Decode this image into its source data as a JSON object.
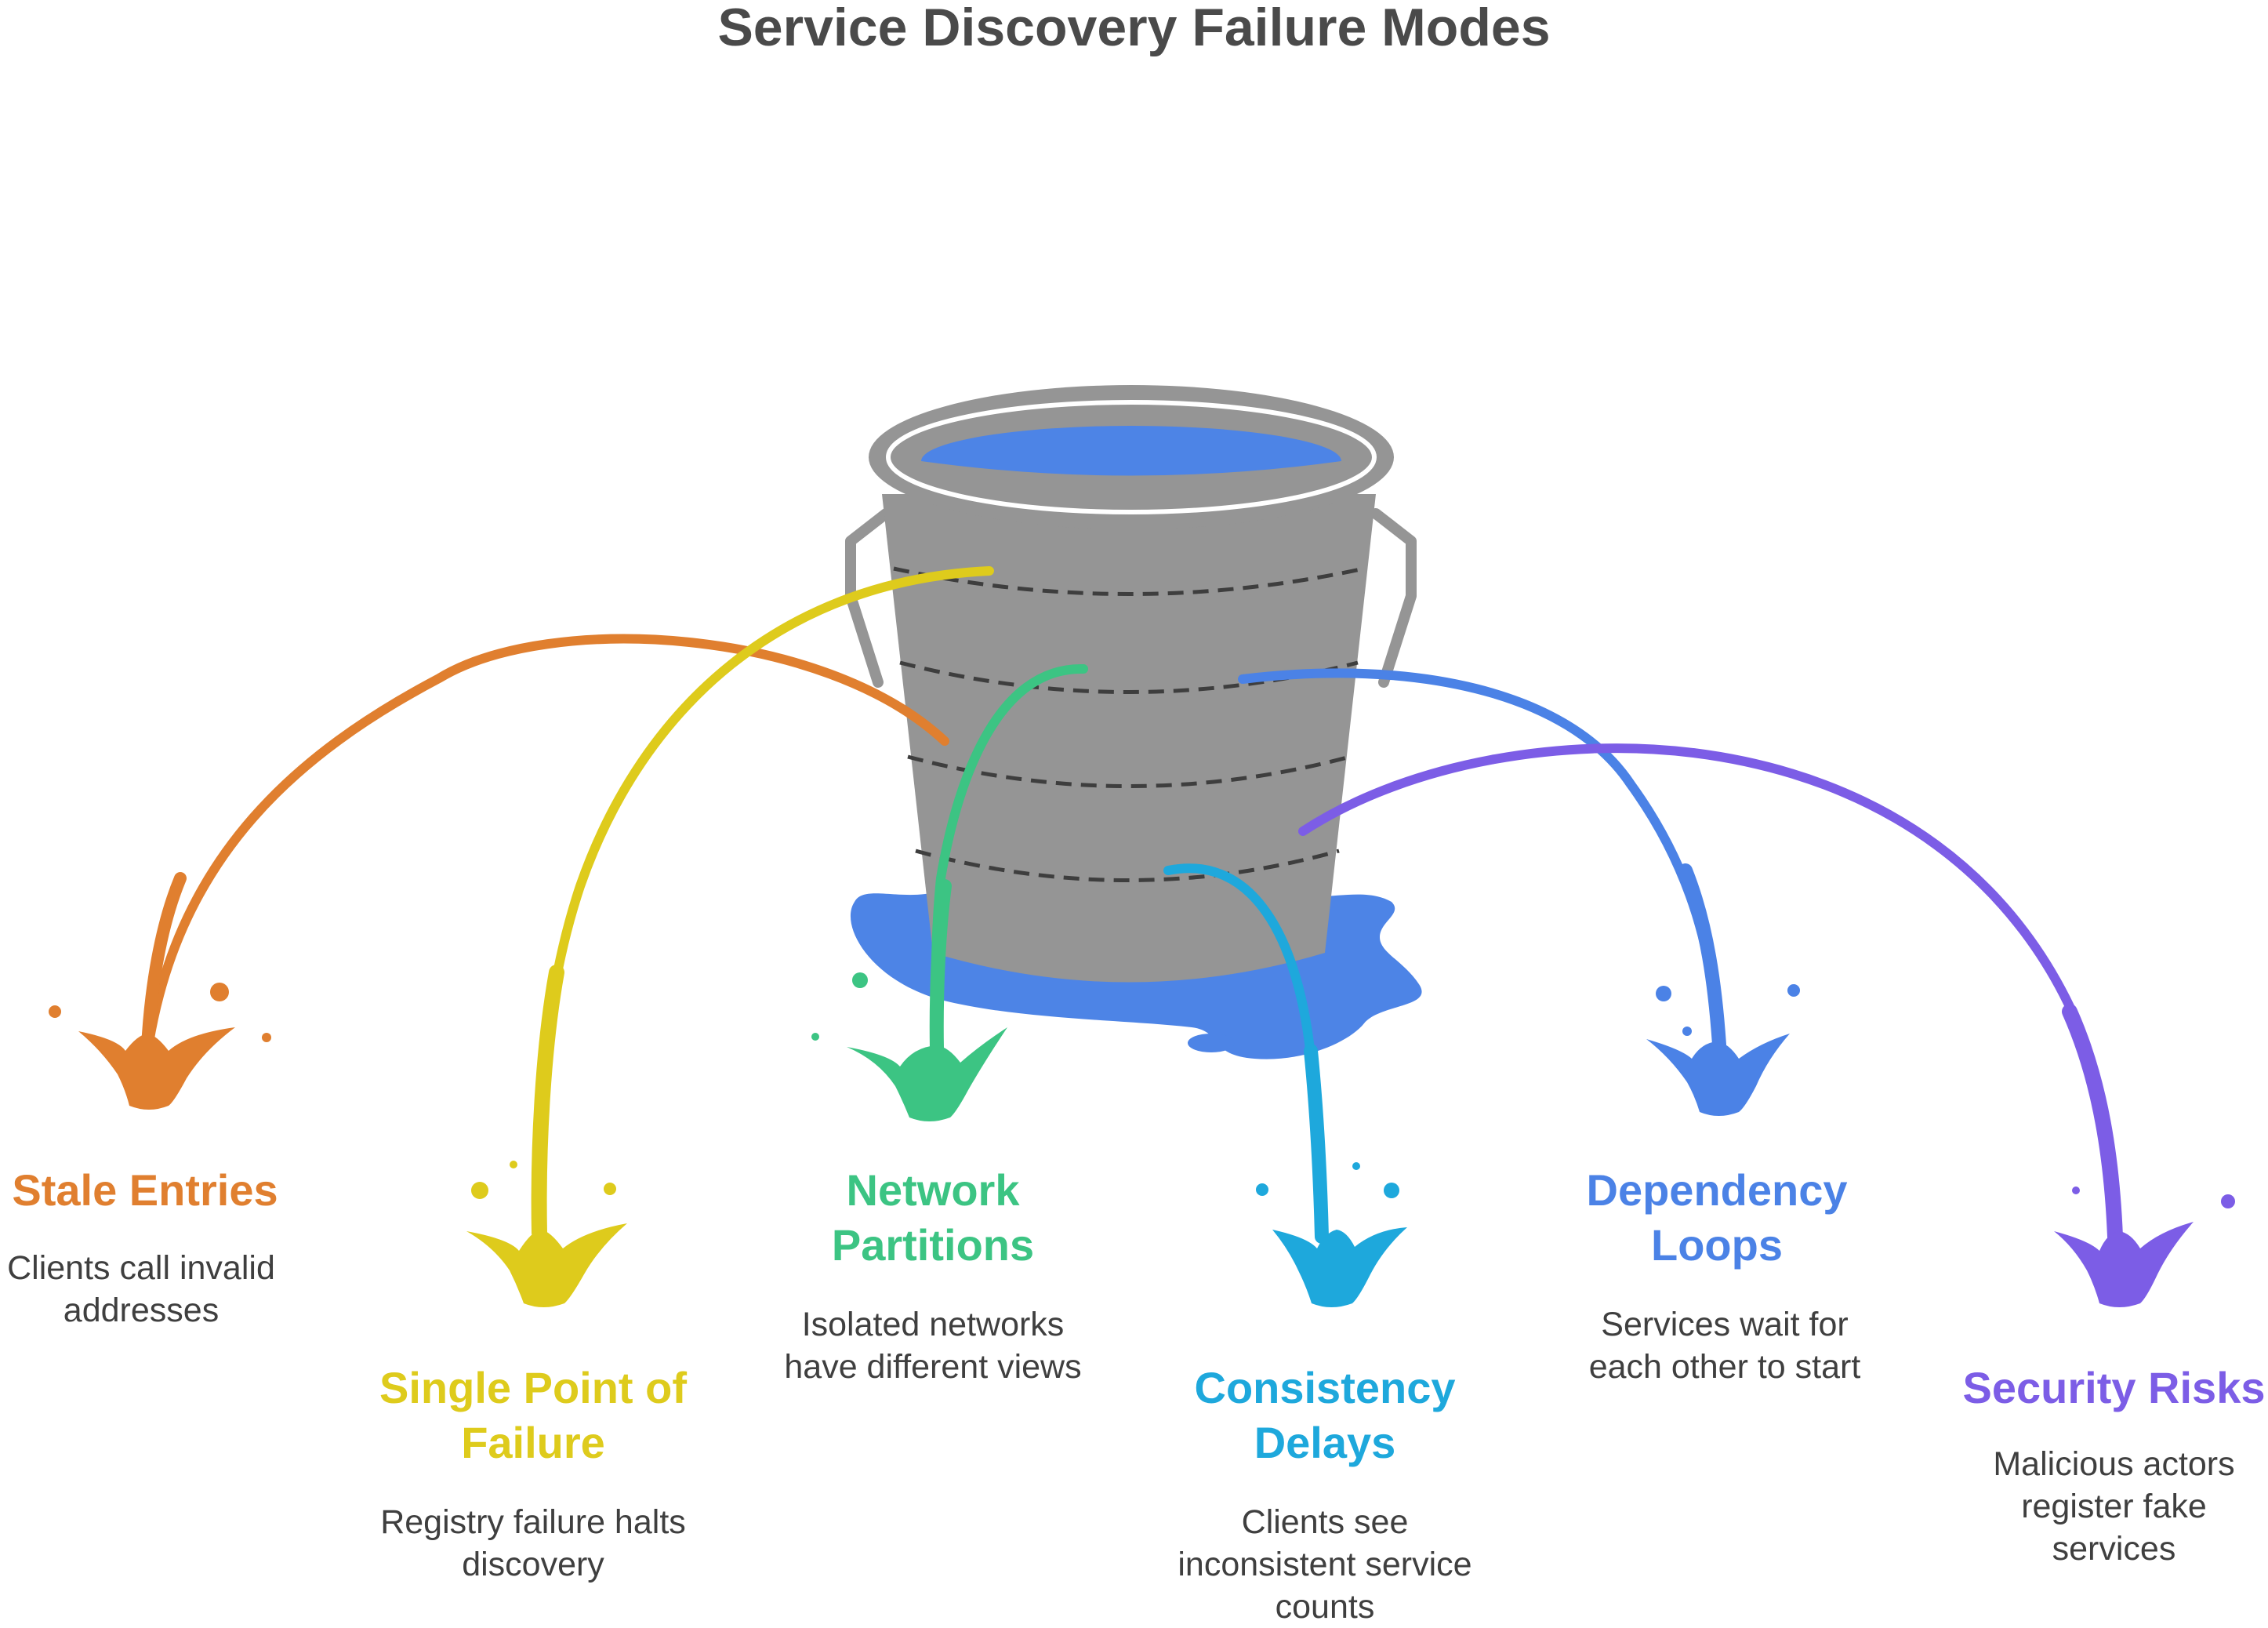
{
  "title": "Service Discovery Failure Modes",
  "colors": {
    "stale": "#e07f2f",
    "spof": "#decb1c",
    "network": "#3cc483",
    "consistency": "#1ea8dc",
    "dependency": "#4b82e6",
    "security": "#7c5de6",
    "bucket": "#959595",
    "water": "#4d84e6"
  },
  "modes": [
    {
      "label_line1": "Stale Entries",
      "label_line2": "",
      "desc_line1": "Clients call invalid",
      "desc_line2": "addresses",
      "desc_line3": ""
    },
    {
      "label_line1": "Single Point of",
      "label_line2": "Failure",
      "desc_line1": "Registry failure halts",
      "desc_line2": "discovery",
      "desc_line3": ""
    },
    {
      "label_line1": "Network",
      "label_line2": "Partitions",
      "desc_line1": "Isolated networks",
      "desc_line2": "have different views",
      "desc_line3": ""
    },
    {
      "label_line1": "Consistency",
      "label_line2": "Delays",
      "desc_line1": "Clients see",
      "desc_line2": "inconsistent service",
      "desc_line3": "counts"
    },
    {
      "label_line1": "Dependency",
      "label_line2": "Loops",
      "desc_line1": "Services wait for",
      "desc_line2": "each other to start",
      "desc_line3": ""
    },
    {
      "label_line1": "Security Risks",
      "label_line2": "",
      "desc_line1": "Malicious actors",
      "desc_line2": "register fake",
      "desc_line3": "services"
    }
  ]
}
